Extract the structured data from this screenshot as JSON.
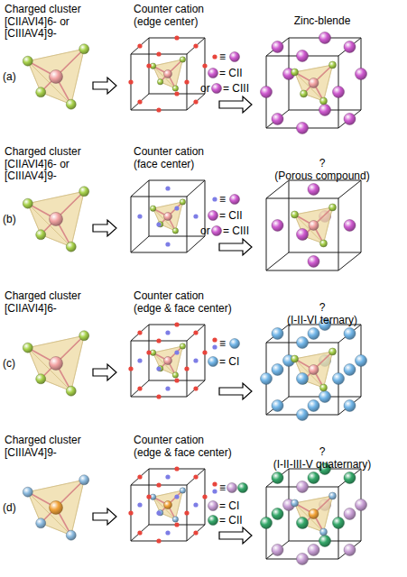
{
  "diagram": {
    "nodes": [
      {
        "text": [
          "Charged cluster",
          "[CIIAVI4]6- or [CIIIAV4]9-"
        ]
      },
      {
        "text": [
          "Counter cation",
          "(edge center)"
        ]
      },
      {
        "text": [
          "Zinc-blende"
        ]
      },
      {
        "text": [
          "Charged cluster",
          "[CIIAVI4]6- or [CIIIAV4]9-"
        ]
      },
      {
        "text": [
          "Counter cation",
          "(face center)"
        ]
      },
      {
        "text": [
          "?",
          "(Porous compound)"
        ]
      },
      {
        "text": [
          "Charged cluster",
          "[CIIAVI4]6-"
        ]
      },
      {
        "text": [
          "Counter cation",
          "(edge & face center)"
        ]
      },
      {
        "text": [
          "?",
          "(I-II-VI ternary)"
        ]
      },
      {
        "text": [
          "Charged cluster",
          "[CIIIAV4]9-"
        ]
      },
      {
        "text": [
          "Counter cation",
          "(edge & face center)"
        ]
      },
      {
        "text": [
          "?",
          "(I-II-III-V quaternary)"
        ]
      }
    ],
    "edges": [
      {
        "from": 0,
        "to": 1,
        "arrow": "to"
      },
      {
        "from": 1,
        "to": 2,
        "arrow": "to"
      },
      {
        "from": 3,
        "to": 4,
        "arrow": "to"
      },
      {
        "from": 4,
        "to": 5,
        "arrow": "to"
      },
      {
        "from": 6,
        "to": 7,
        "arrow": "to"
      },
      {
        "from": 7,
        "to": 8,
        "arrow": "to"
      },
      {
        "from": 9,
        "to": 10,
        "arrow": "to"
      },
      {
        "from": 10,
        "to": 11,
        "arrow": "to"
      }
    ],
    "labels": [
      "(a)",
      "≡",
      "= CII",
      "or",
      "= CIII",
      "(b)",
      "≡",
      "= CII",
      "or",
      "= CIII",
      "(c)",
      "≡",
      "= CI",
      "(d)",
      "≡",
      "= CI",
      "= CII"
    ]
  }
}
